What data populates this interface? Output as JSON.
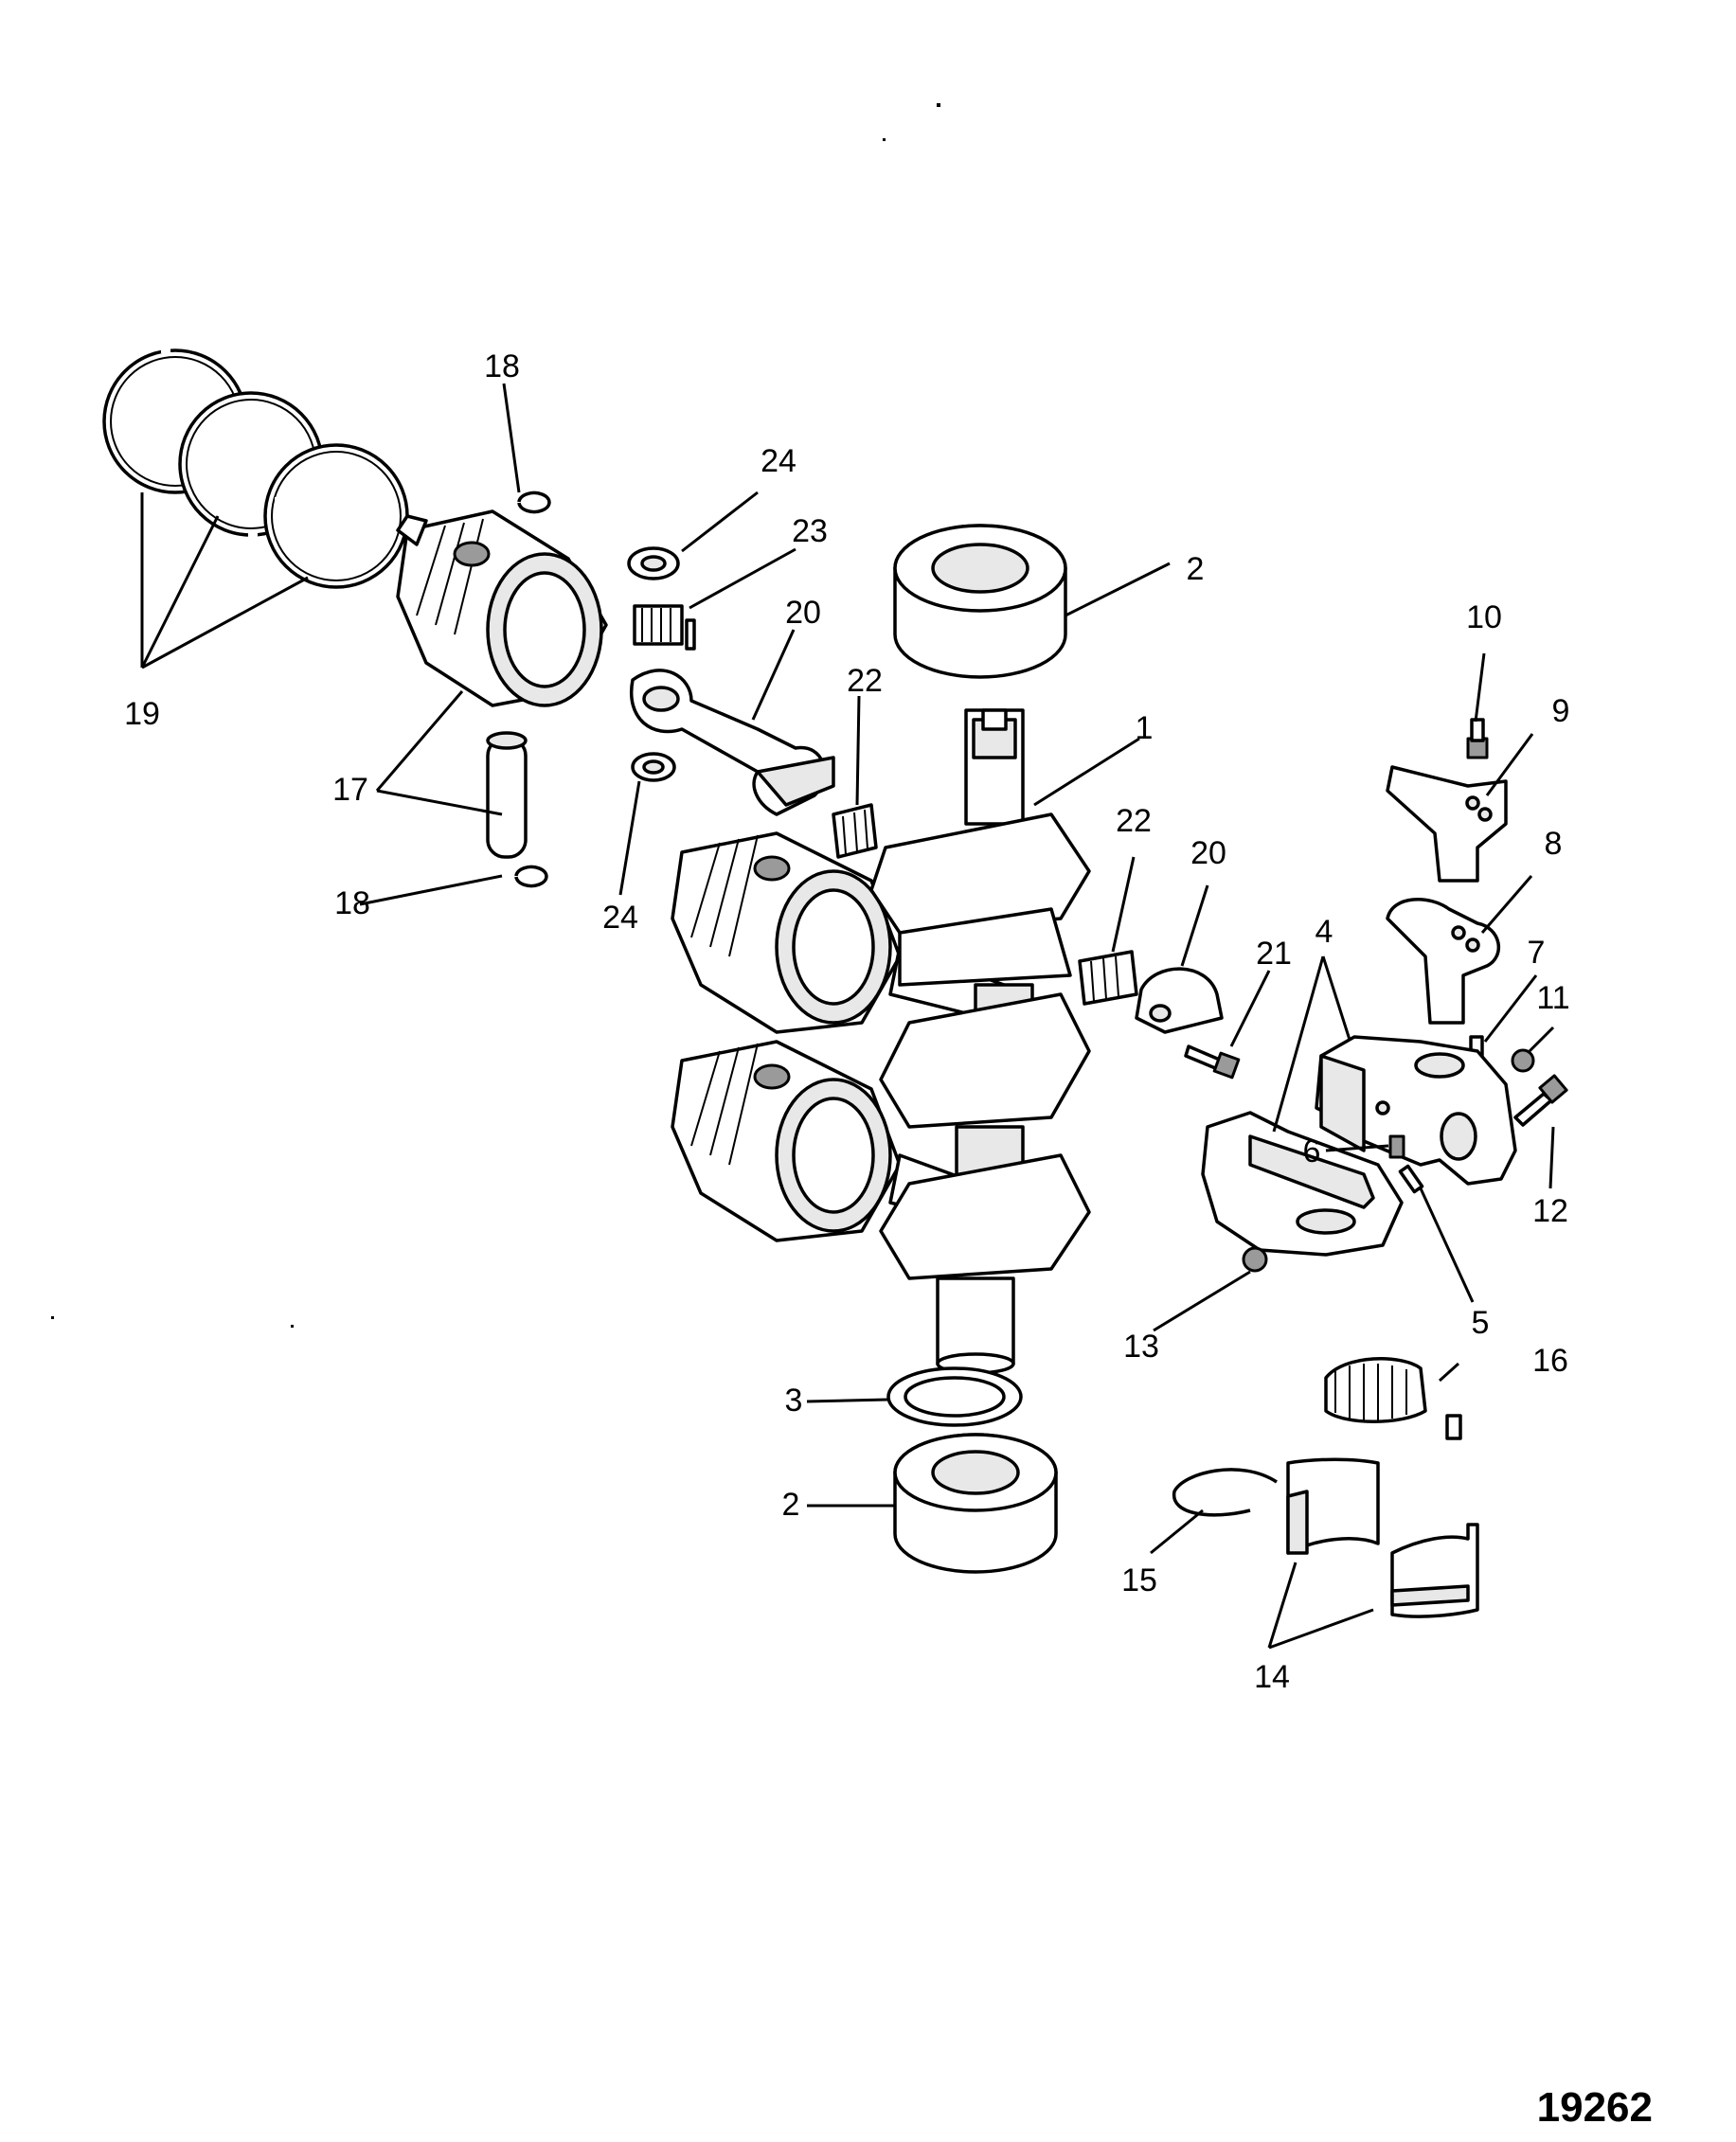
{
  "figure_number": "19262",
  "callouts": {
    "c1": "1",
    "c2_top": "2",
    "c2_bottom": "2",
    "c3": "3",
    "c4": "4",
    "c5": "5",
    "c6": "6",
    "c7": "7",
    "c8": "8",
    "c9": "9",
    "c10": "10",
    "c11": "11",
    "c12": "12",
    "c13": "13",
    "c14": "14",
    "c15": "15",
    "c16": "16",
    "c17": "17",
    "c18_top": "18",
    "c18_bottom": "18",
    "c19": "19",
    "c20_left": "20",
    "c20_right": "20",
    "c21": "21",
    "c22_left": "22",
    "c22_right": "22",
    "c23": "23",
    "c24_top": "24",
    "c24_bottom": "24"
  }
}
